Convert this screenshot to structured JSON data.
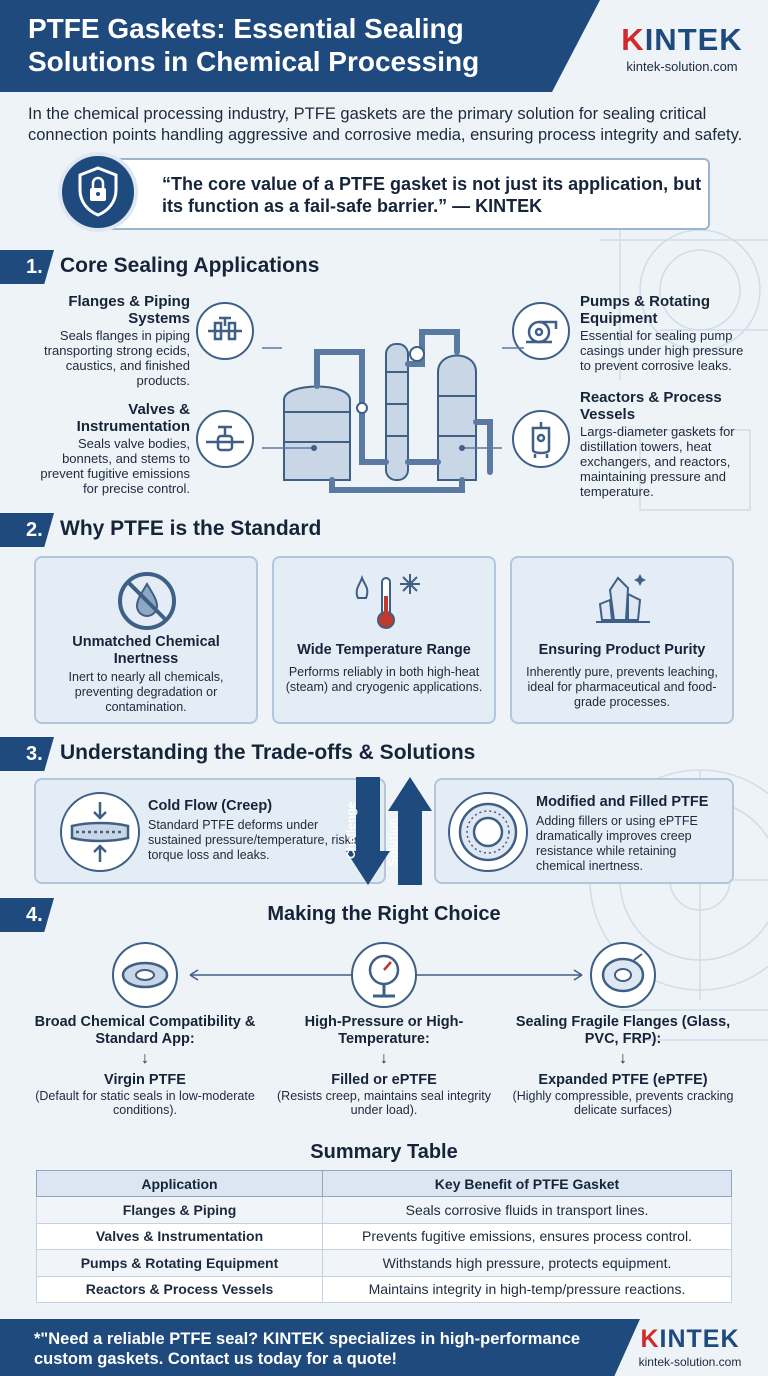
{
  "header": {
    "title": "PTFE Gaskets: Essential Sealing Solutions in Chemical Processing",
    "logo_k": "K",
    "logo_rest": "INTEK",
    "logo_url": "kintek-solution.com"
  },
  "intro": "In the chemical processing industry, PTFE gaskets are the primary solution for sealing critical connection points handling aggressive and corrosive media, ensuring process integrity and safety.",
  "quote": "“The core value of a PTFE gasket is not just its application, but its function as a fail-safe barrier.” — KINTEK",
  "section1": {
    "num": "1.",
    "title": "Core Sealing Applications",
    "items": [
      {
        "title": "Flanges & Piping Systems",
        "desc": "Seals flanges in piping transporting strong ecids, caustics, and finished products."
      },
      {
        "title": "Valves & Instrumentation",
        "desc": "Seals valve bodies, bonnets, and stems to prevent fugitive emissions for precise control."
      },
      {
        "title": "Pumps & Rotating Equipment",
        "desc": "Essential for sealing pump casings under high pressure to prevent corrosive leaks."
      },
      {
        "title": "Reactors & Process Vessels",
        "desc": "Largs-diameter gaskets for distillation towers, heat exchangers, and reactors, maintaining pressure and temperature."
      }
    ]
  },
  "section2": {
    "num": "2.",
    "title": "Why PTFE is the Standard",
    "cards": [
      {
        "title": "Unmatched Chemical Inertness",
        "desc": "Inert to nearly all chemicals, preventing degradation or contamination."
      },
      {
        "title": "Wide Temperature Range",
        "desc": "Performs reliably in both high-heat (steam) and cryogenic applications."
      },
      {
        "title": "Ensuring Product Purity",
        "desc": "Inherently pure, prevents leaching, ideal for pharmaceutical and food-grade processes."
      }
    ]
  },
  "section3": {
    "num": "3.",
    "title": "Understanding the Trade-offs & Solutions",
    "challenge_label": "Challenge",
    "solution_label": "Solution",
    "challenge_title": "Cold Flow (Creep)",
    "challenge_desc": "Standard PTFE deforms under sustained pressure/temperature, risking torque loss and leaks.",
    "solution_title": "Modified and Filled PTFE",
    "solution_desc": "Adding fillers or using ePTFE dramatically improves creep resistance while retaining chemical inertness."
  },
  "section4": {
    "num": "4.",
    "title": "Making the Right Choice",
    "arrow": "↓",
    "choices": [
      {
        "condition": "Broad Chemical Compatibility & Standard App:",
        "result": "Virgin PTFE",
        "detail": "(Default for static seals in low-moderate conditions)."
      },
      {
        "condition": "High-Pressure or High-Temperature:",
        "result": "Filled or ePTFE",
        "detail": "(Resists creep, maintains seal integrity under load)."
      },
      {
        "condition": "Sealing Fragile Flanges (Glass, PVC, FRP):",
        "result": "Expanded PTFE (ePTFE)",
        "detail": "(Highly compressible, prevents cracking delicate surfaces)"
      }
    ]
  },
  "summary": {
    "title": "Summary Table",
    "headers": [
      "Application",
      "Key Benefit of PTFE Gasket"
    ],
    "rows": [
      [
        "Flanges & Piping",
        "Seals corrosive fluids in transport lines."
      ],
      [
        "Valves & Instrumentation",
        "Prevents fugitive emissions, ensures process control."
      ],
      [
        "Pumps & Rotating Equipment",
        "Withstands high pressure, protects equipment."
      ],
      [
        "Reactors & Process Vessels",
        "Maintains integrity in high-temp/pressure reactions."
      ]
    ]
  },
  "footer": {
    "text": "*\"Need a reliable PTFE seal? KINTEK specializes in high-performance custom gaskets. Contact us today for a quote!"
  },
  "colors": {
    "primary": "#1f4a7d",
    "accent": "#d22a2a",
    "card_bg": "#e4ecf5"
  }
}
